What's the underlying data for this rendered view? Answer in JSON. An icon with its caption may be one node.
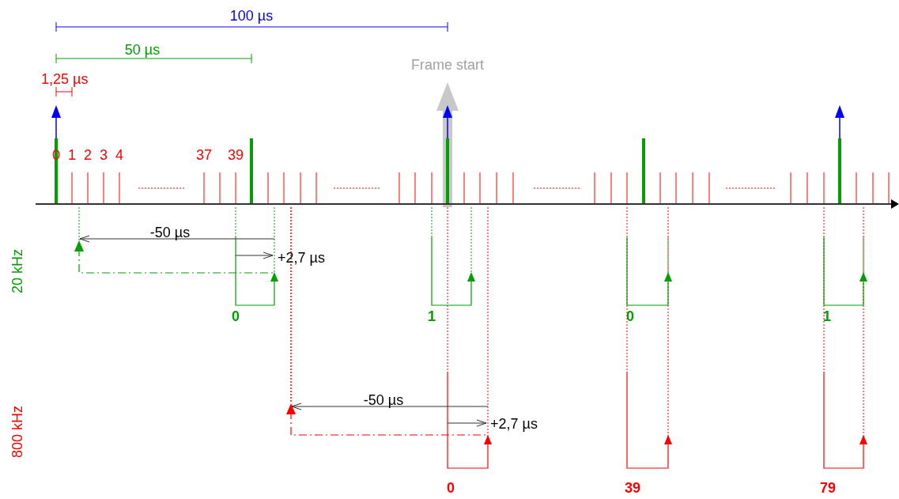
{
  "diagram": {
    "labels": [
      "100 µs",
      "50 µs",
      "Frame start",
      "1,25 µs",
      "0",
      "1",
      "2",
      "3",
      "4",
      "37",
      "39",
      "-50 µs",
      "+2,7 µs",
      "20 kHz",
      "0",
      "1",
      "0",
      "1",
      "-50 µs",
      "+2,7 µs",
      "800 kHz",
      "0",
      "39",
      "79"
    ]
  }
}
